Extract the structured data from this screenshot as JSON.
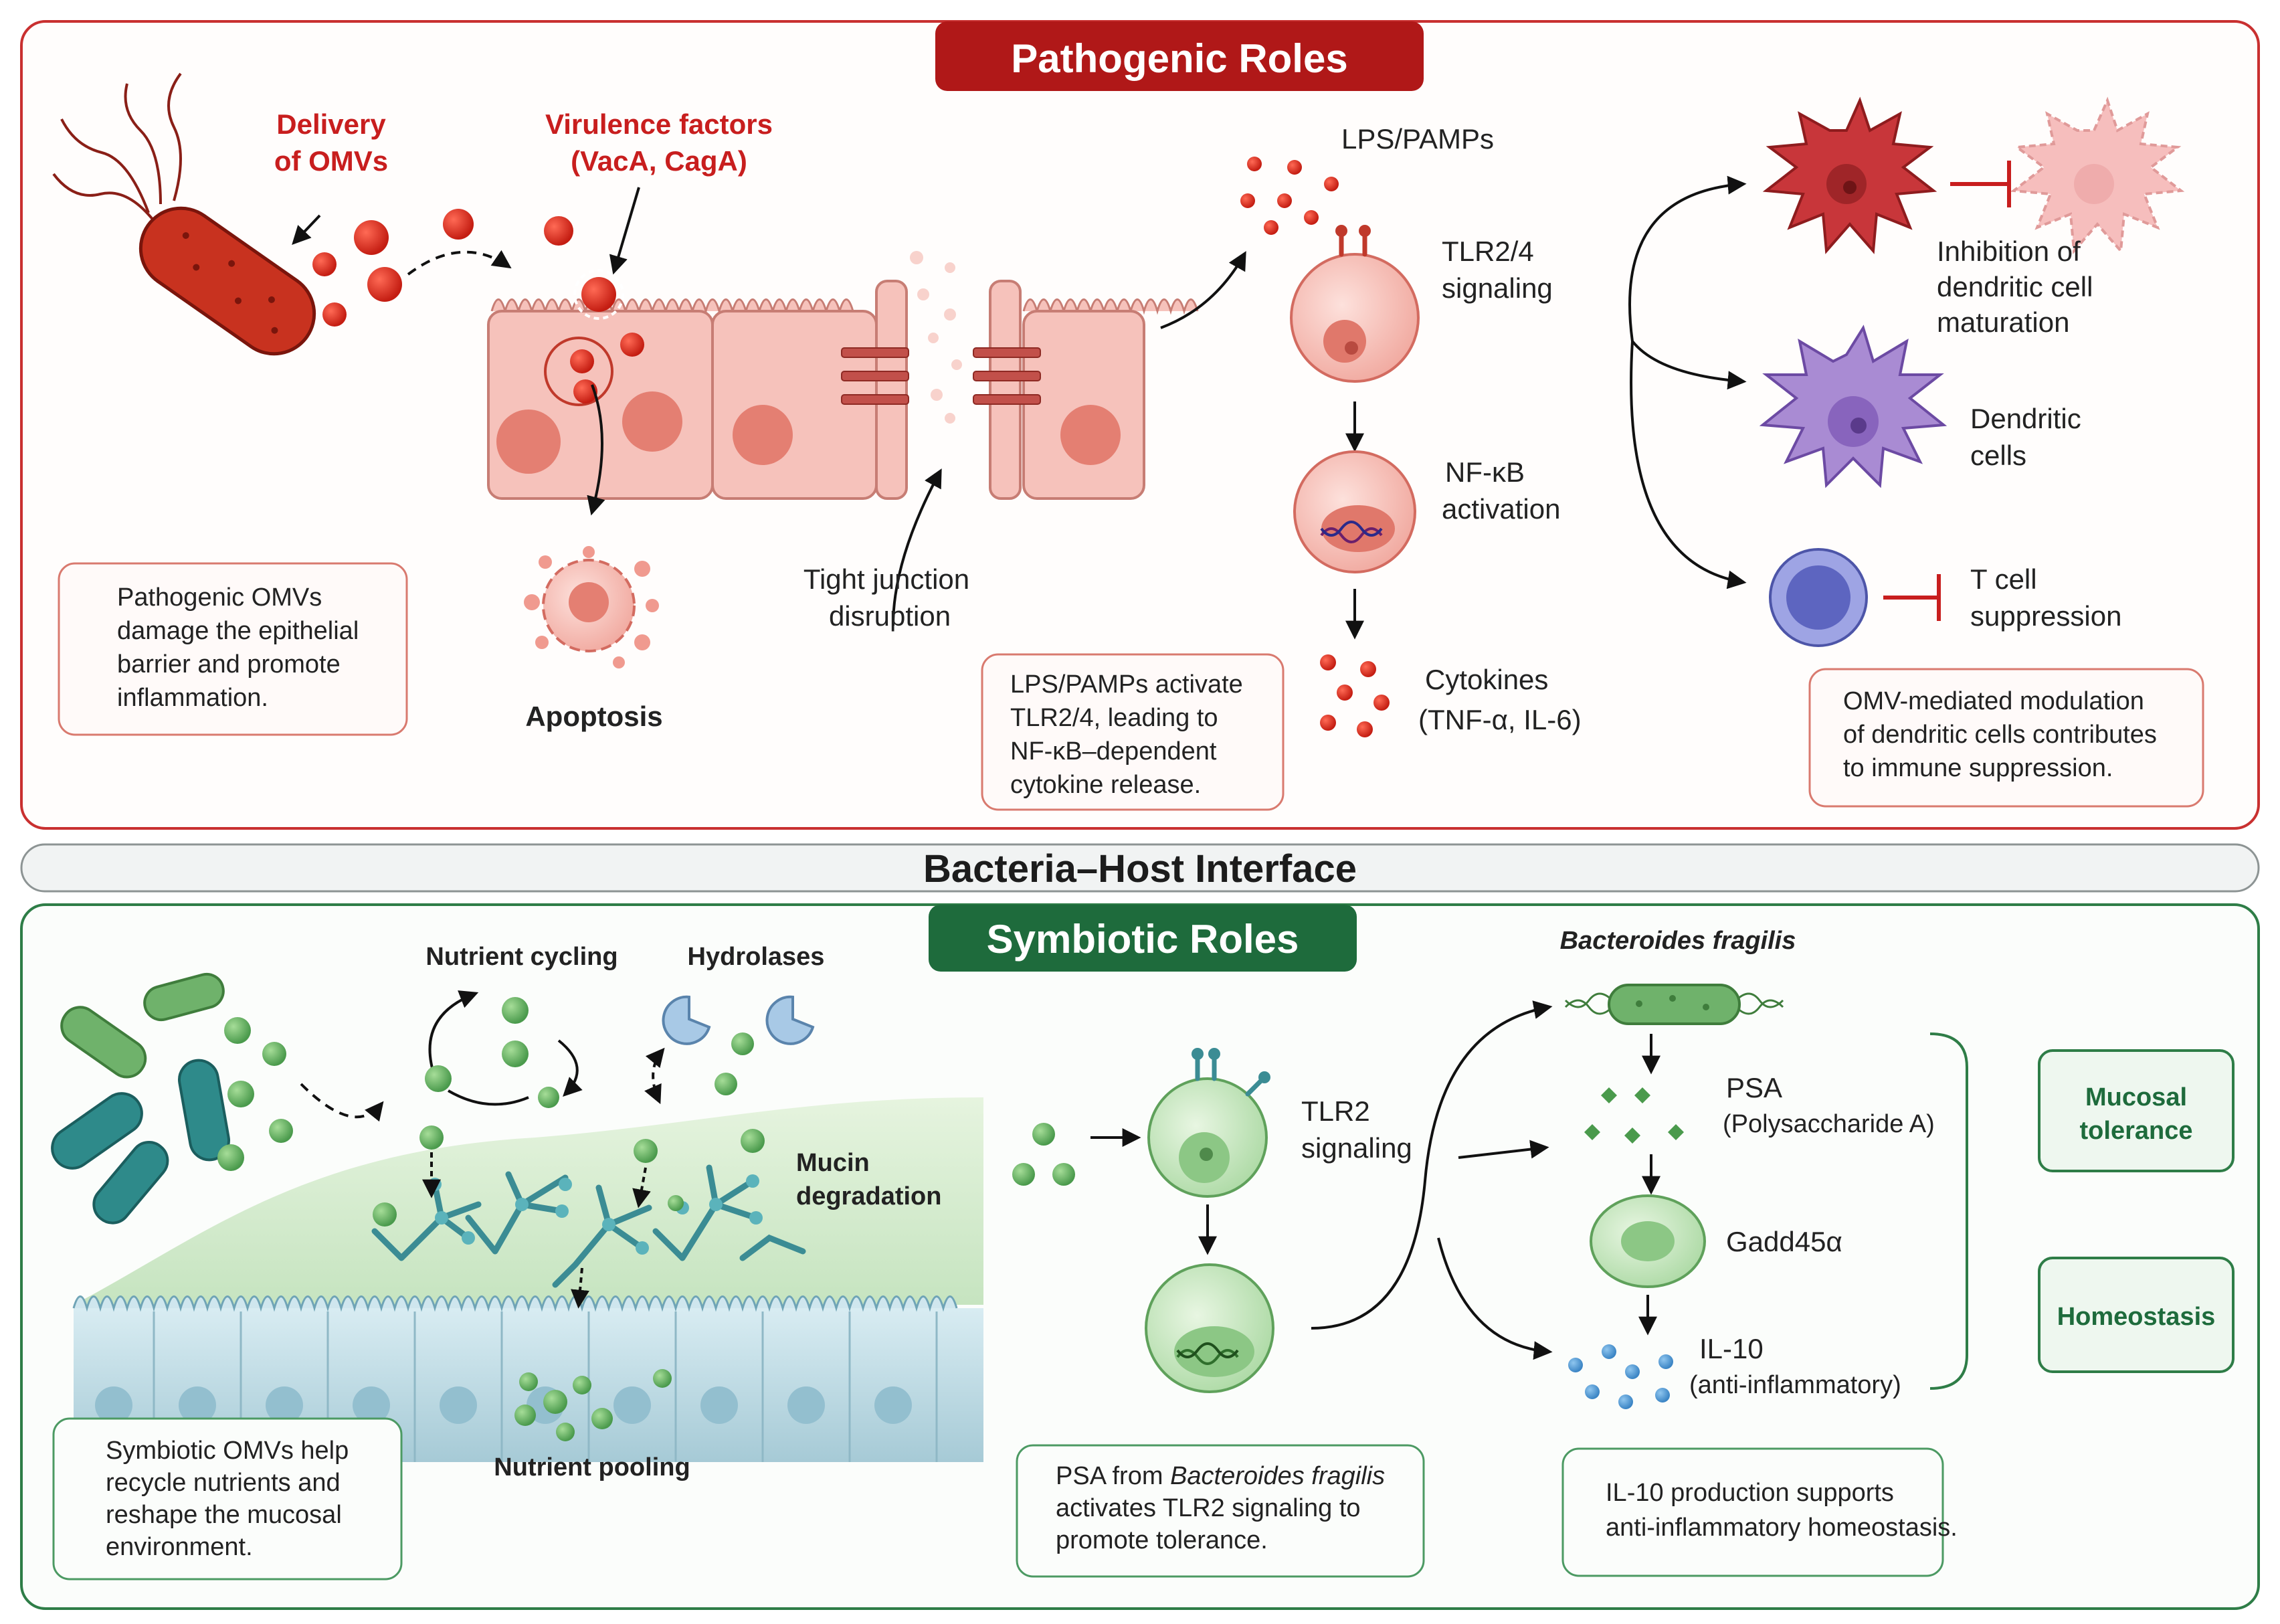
{
  "pathogenic": {
    "banner": "Pathogenic Roles",
    "delivery": [
      "Delivery",
      "of OMVs"
    ],
    "virulence": [
      "Virulence factors",
      "(VacA, CagA)"
    ],
    "apoptosis": "Apoptosis",
    "tight_junction": [
      "Tight junction",
      "disruption"
    ],
    "lps": "LPS/PAMPs",
    "tlr24": [
      "TLR2/4",
      "signaling"
    ],
    "nfkb": [
      "NF-κB",
      "activation"
    ],
    "cytokines": [
      "Cytokines",
      "(TNF-α, IL-6)"
    ],
    "inhibition": [
      "Inhibition of",
      "dendritic cell",
      "maturation"
    ],
    "dendritic": [
      "Dendritic",
      "cells"
    ],
    "tcell": [
      "T cell",
      "suppression"
    ],
    "box_left": [
      "Pathogenic OMVs",
      "damage the epithelial",
      "barrier and promote",
      "inflammation."
    ],
    "box_mid": [
      "LPS/PAMPs activate",
      "TLR2/4, leading to",
      "NF-κB–dependent",
      "cytokine release."
    ],
    "box_right": [
      "OMV-mediated modulation",
      "of dendritic cells contributes",
      "to immune suppression."
    ]
  },
  "interface": {
    "title": "Bacteria–Host Interface"
  },
  "symbiotic": {
    "banner": "Symbiotic Roles",
    "nutrient_cycling": "Nutrient cycling",
    "hydrolases": "Hydrolases",
    "mucin": [
      "Mucin",
      "degradation"
    ],
    "nutrient_pooling": "Nutrient pooling",
    "tlr2": [
      "TLR2",
      "signaling"
    ],
    "bacteroides": "Bacteroides fragilis",
    "psa": [
      "PSA",
      "(Polysaccharide A)"
    ],
    "gadd": "Gadd45α",
    "il10": [
      "IL-10",
      "(anti-inflammatory)"
    ],
    "mucosal_tolerance": [
      "Mucosal",
      "tolerance"
    ],
    "homeostasis": "Homeostasis",
    "box_left": [
      "Symbiotic OMVs help",
      "recycle nutrients and",
      "reshape the mucosal",
      "environment."
    ],
    "box_mid_line1_pre": "PSA from ",
    "box_mid_line1_it": "Bacteroides fragilis",
    "box_mid_rest": [
      "activates TLR2 signaling to",
      "promote tolerance."
    ],
    "box_right": [
      "IL-10 production supports",
      "anti-inflammatory homeostasis."
    ]
  },
  "colors": {
    "red_accent": "#b01818",
    "green_accent": "#1e6b3c",
    "cell_pink": "#f7c9c3",
    "cell_green": "#cfe9c9",
    "dc_purple": "#a98bd3",
    "tcell_blue": "#7f86d6"
  }
}
